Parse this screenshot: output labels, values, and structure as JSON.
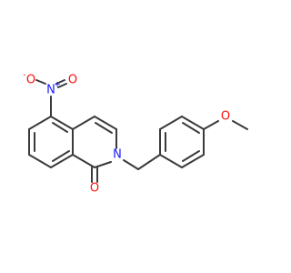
{
  "colors": {
    "background": "#ffffff",
    "bond": "#3a3a3a",
    "carbon": "#3a3a3a",
    "nitrogen": "#1a1aff",
    "oxygen": "#ff0d0d"
  },
  "atoms": {
    "nitro_o_left": "O",
    "nitro_o_left_charge": "-",
    "nitro_n": "N",
    "nitro_n_charge": "+",
    "nitro_o_right": "O",
    "ring_n": "N",
    "carbonyl_o": "O",
    "methoxy_o": "O"
  }
}
